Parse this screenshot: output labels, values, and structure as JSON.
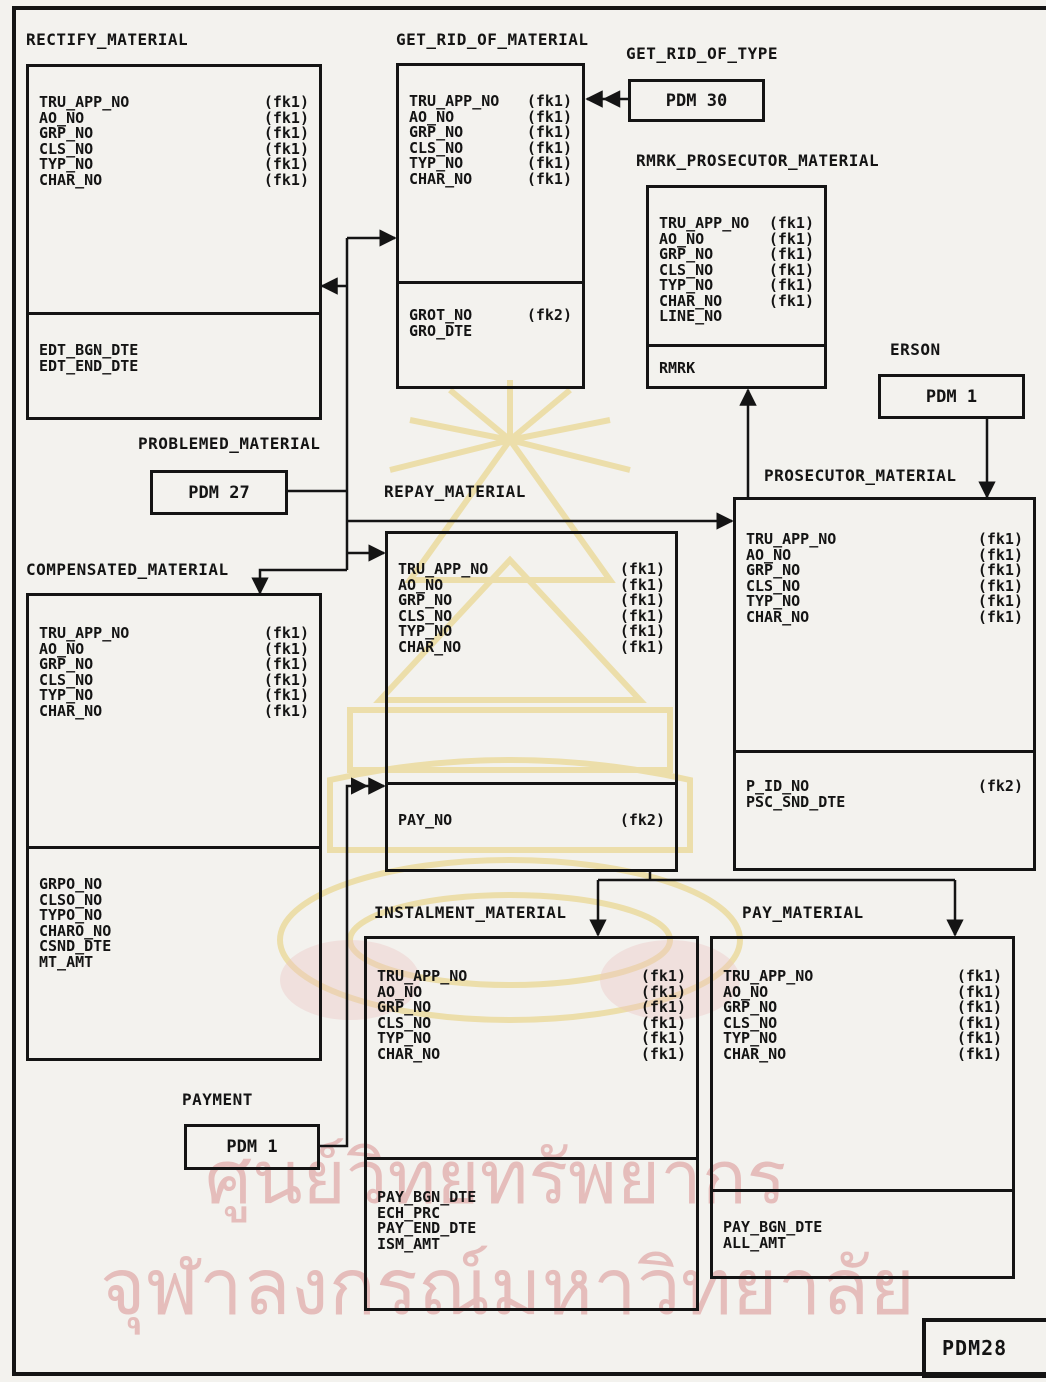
{
  "page_label": "PDM28",
  "watermark": {
    "line1": "ศูนย์วิทยทรัพยากร",
    "line2": "จุฬาลงกรณ์มหาวิทยาลัย"
  },
  "fk_keys": [
    "TRU_APP_NO",
    "AO_NO",
    "GRP_NO",
    "CLS_NO",
    "TYP_NO",
    "CHAR_NO"
  ],
  "refs": {
    "get_rid_of_type": {
      "title": "GET_RID_OF_TYPE",
      "label": "PDM 30"
    },
    "problemed_material": {
      "title": "PROBLEMED_MATERIAL",
      "label": "PDM 27"
    },
    "erson": {
      "title": "ERSON",
      "label": "PDM 1"
    },
    "payment": {
      "title": "PAYMENT",
      "label": "PDM 1"
    }
  },
  "entities": {
    "rectify": {
      "title": "RECTIFY_MATERIAL",
      "keys": [
        {
          "name": "TRU_APP_NO",
          "tag": "(fk1)"
        },
        {
          "name": "AO_NO",
          "tag": "(fk1)"
        },
        {
          "name": "GRP_NO",
          "tag": "(fk1)"
        },
        {
          "name": "CLS_NO",
          "tag": "(fk1)"
        },
        {
          "name": "TYP_NO",
          "tag": "(fk1)"
        },
        {
          "name": "CHAR_NO",
          "tag": "(fk1)"
        }
      ],
      "attrs": [
        {
          "name": "EDT_BGN_DTE",
          "tag": ""
        },
        {
          "name": "EDT_END_DTE",
          "tag": ""
        }
      ]
    },
    "get_rid": {
      "title": "GET_RID_OF_MATERIAL",
      "keys": [
        {
          "name": "TRU_APP_NO",
          "tag": "(fk1)"
        },
        {
          "name": "AO_NO",
          "tag": "(fk1)"
        },
        {
          "name": "GRP_NO",
          "tag": "(fk1)"
        },
        {
          "name": "CLS_NO",
          "tag": "(fk1)"
        },
        {
          "name": "TYP_NO",
          "tag": "(fk1)"
        },
        {
          "name": "CHAR_NO",
          "tag": "(fk1)"
        }
      ],
      "attrs": [
        {
          "name": "GROT_NO",
          "tag": "(fk2)"
        },
        {
          "name": "GRO_DTE",
          "tag": ""
        }
      ]
    },
    "rmrk": {
      "title": "RMRK_PROSECUTOR_MATERIAL",
      "keys": [
        {
          "name": "TRU_APP_NO",
          "tag": "(fk1)"
        },
        {
          "name": "AO_NO",
          "tag": "(fk1)"
        },
        {
          "name": "GRP_NO",
          "tag": "(fk1)"
        },
        {
          "name": "CLS_NO",
          "tag": "(fk1)"
        },
        {
          "name": "TYP_NO",
          "tag": "(fk1)"
        },
        {
          "name": "CHAR_NO",
          "tag": "(fk1)"
        },
        {
          "name": "LINE_NO",
          "tag": ""
        }
      ],
      "attrs": [
        {
          "name": "RMRK",
          "tag": ""
        }
      ]
    },
    "prosecutor": {
      "title": "PROSECUTOR_MATERIAL",
      "keys": [
        {
          "name": "TRU_APP_NO",
          "tag": "(fk1)"
        },
        {
          "name": "AO_NO",
          "tag": "(fk1)"
        },
        {
          "name": "GRP_NO",
          "tag": "(fk1)"
        },
        {
          "name": "CLS_NO",
          "tag": "(fk1)"
        },
        {
          "name": "TYP_NO",
          "tag": "(fk1)"
        },
        {
          "name": "CHAR_NO",
          "tag": "(fk1)"
        }
      ],
      "attrs": [
        {
          "name": "P_ID_NO",
          "tag": "(fk2)"
        },
        {
          "name": "PSC_SND_DTE",
          "tag": ""
        }
      ]
    },
    "repay": {
      "title": "REPAY_MATERIAL",
      "keys": [
        {
          "name": "TRU_APP_NO",
          "tag": "(fk1)"
        },
        {
          "name": "AO_NO",
          "tag": "(fk1)"
        },
        {
          "name": "GRP_NO",
          "tag": "(fk1)"
        },
        {
          "name": "CLS_NO",
          "tag": "(fk1)"
        },
        {
          "name": "TYP_NO",
          "tag": "(fk1)"
        },
        {
          "name": "CHAR_NO",
          "tag": "(fk1)"
        }
      ],
      "attrs": [
        {
          "name": "PAY_NO",
          "tag": "(fk2)"
        }
      ]
    },
    "compensated": {
      "title": "COMPENSATED_MATERIAL",
      "keys": [
        {
          "name": "TRU_APP_NO",
          "tag": "(fk1)"
        },
        {
          "name": "AO_NO",
          "tag": "(fk1)"
        },
        {
          "name": "GRP_NO",
          "tag": "(fk1)"
        },
        {
          "name": "CLS_NO",
          "tag": "(fk1)"
        },
        {
          "name": "TYP_NO",
          "tag": "(fk1)"
        },
        {
          "name": "CHAR_NO",
          "tag": "(fk1)"
        }
      ],
      "attrs": [
        {
          "name": "GRPO_NO",
          "tag": ""
        },
        {
          "name": "CLSO_NO",
          "tag": ""
        },
        {
          "name": "TYPO_NO",
          "tag": ""
        },
        {
          "name": "CHARO_NO",
          "tag": ""
        },
        {
          "name": "CSND_DTE",
          "tag": ""
        },
        {
          "name": "MT_AMT",
          "tag": ""
        }
      ]
    },
    "instalment": {
      "title": "INSTALMENT_MATERIAL",
      "keys": [
        {
          "name": "TRU_APP_NO",
          "tag": "(fk1)"
        },
        {
          "name": "AO_NO",
          "tag": "(fk1)"
        },
        {
          "name": "GRP_NO",
          "tag": "(fk1)"
        },
        {
          "name": "CLS_NO",
          "tag": "(fk1)"
        },
        {
          "name": "TYP_NO",
          "tag": "(fk1)"
        },
        {
          "name": "CHAR_NO",
          "tag": "(fk1)"
        }
      ],
      "attrs": [
        {
          "name": "PAY_BGN_DTE",
          "tag": ""
        },
        {
          "name": "ECH_PRC",
          "tag": ""
        },
        {
          "name": "PAY_END_DTE",
          "tag": ""
        },
        {
          "name": "ISM_AMT",
          "tag": ""
        }
      ]
    },
    "pay": {
      "title": "PAY_MATERIAL",
      "keys": [
        {
          "name": "TRU_APP_NO",
          "tag": "(fk1)"
        },
        {
          "name": "AO_NO",
          "tag": "(fk1)"
        },
        {
          "name": "GRP_NO",
          "tag": "(fk1)"
        },
        {
          "name": "CLS_NO",
          "tag": "(fk1)"
        },
        {
          "name": "TYP_NO",
          "tag": "(fk1)"
        },
        {
          "name": "CHAR_NO",
          "tag": "(fk1)"
        }
      ],
      "attrs": [
        {
          "name": "PAY_BGN_DTE",
          "tag": ""
        },
        {
          "name": "ALL_AMT",
          "tag": ""
        }
      ]
    }
  }
}
